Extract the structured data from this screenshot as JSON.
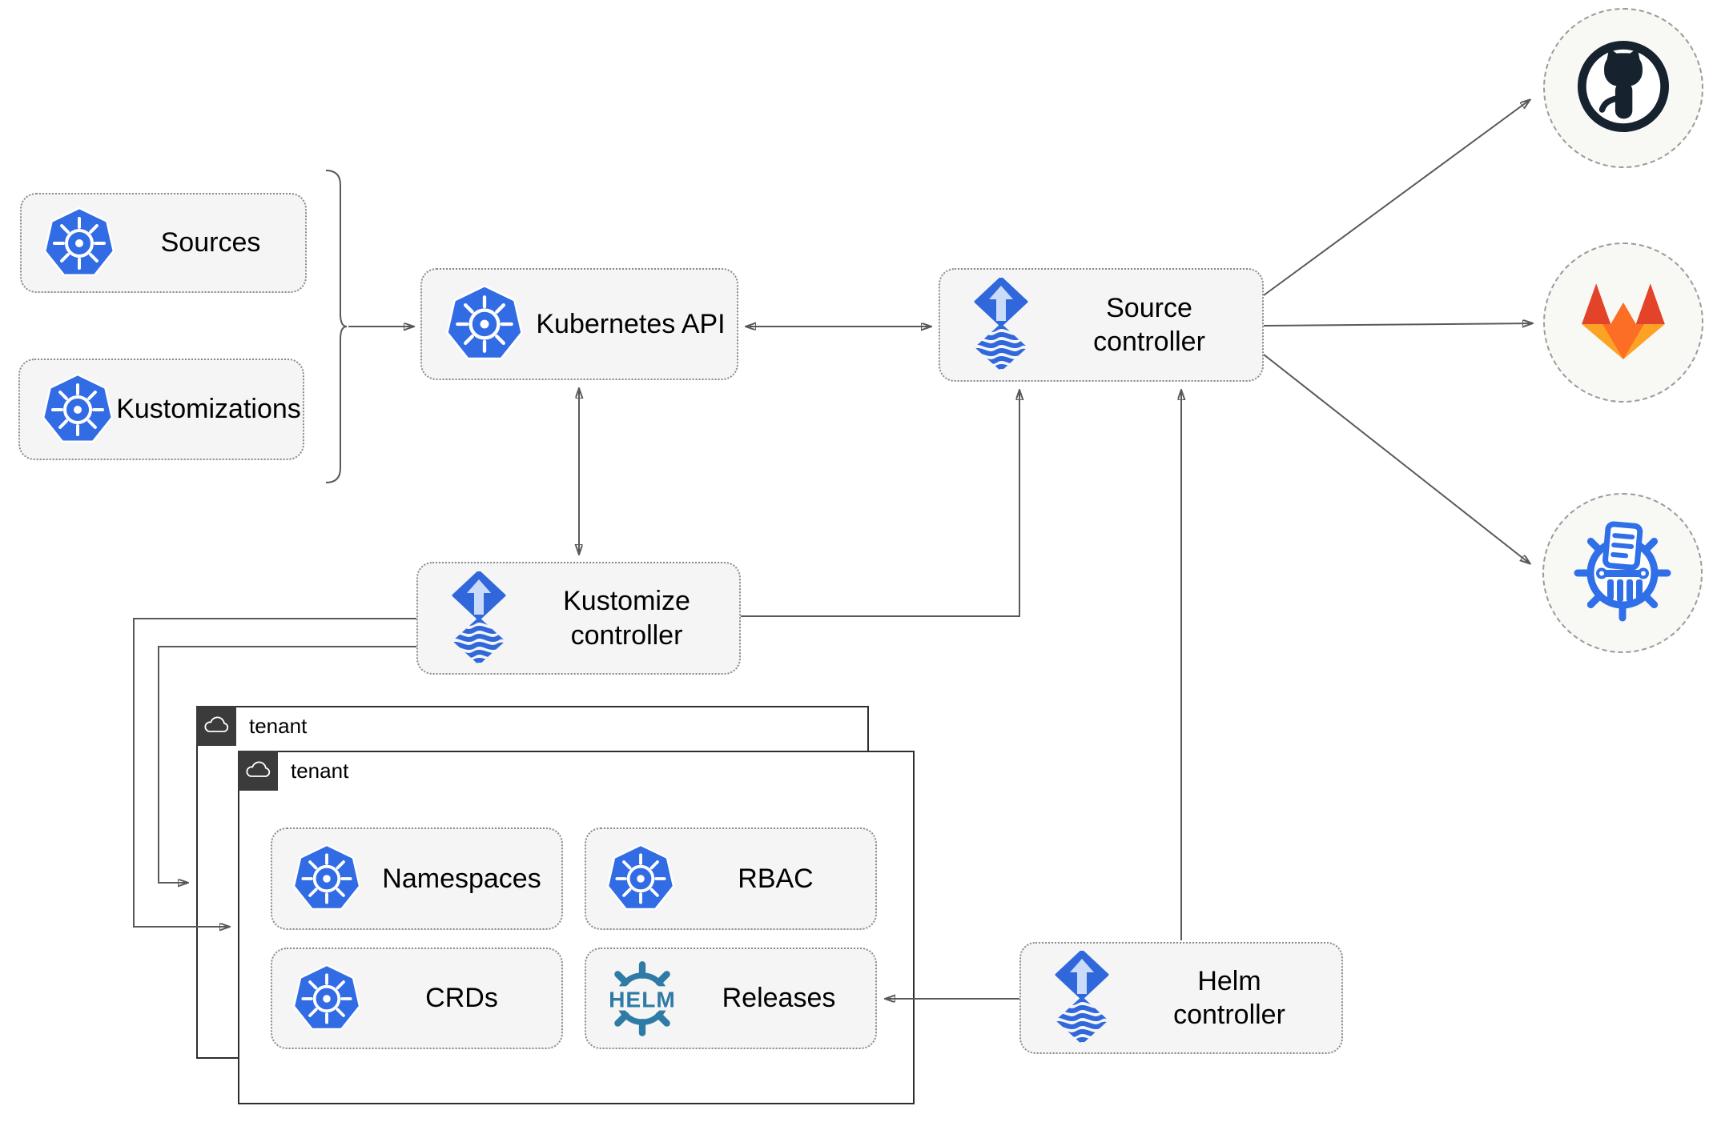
{
  "nodes": {
    "sources": "Sources",
    "kustomizations": "Kustomizations",
    "kubernetes_api": "Kubernetes API",
    "source_controller": "Source controller",
    "kustomize_controller": "Kustomize controller",
    "helm_controller": "Helm controller",
    "namespaces": "Namespaces",
    "rbac": "RBAC",
    "crds": "CRDs",
    "releases": "Releases"
  },
  "tenant": {
    "back": "tenant",
    "front": "tenant"
  },
  "badges": {
    "helm": "HELM"
  },
  "icons": {
    "kubernetes": "blue heptagon with white ship wheel",
    "flux": "blue diamond with up arrow over striped diamond",
    "helm": "teal ship wheel with HELM wordmark",
    "github": "octocat mark in ring",
    "gitlab": "orange tanuki fox",
    "chartmuseum": "blue wheel with document and greek column",
    "cloud": "white cloud outline on dark tab"
  },
  "colors": {
    "kubernetes_blue": "#326ce5",
    "flux_blue": "#3068dc",
    "flux_arrow_light": "#c9dbf8",
    "helm_teal": "#2e7ba6",
    "github_dark": "#16222e",
    "gitlab_dark_orange": "#e24329",
    "gitlab_orange": "#fc6d26",
    "gitlab_light_orange": "#fca326",
    "chartmuseum_blue": "#2f6fe8",
    "connector_gray": "#595959",
    "node_fill": "#f5f5f5",
    "tenant_tab_dark": "#3b3b3b"
  }
}
